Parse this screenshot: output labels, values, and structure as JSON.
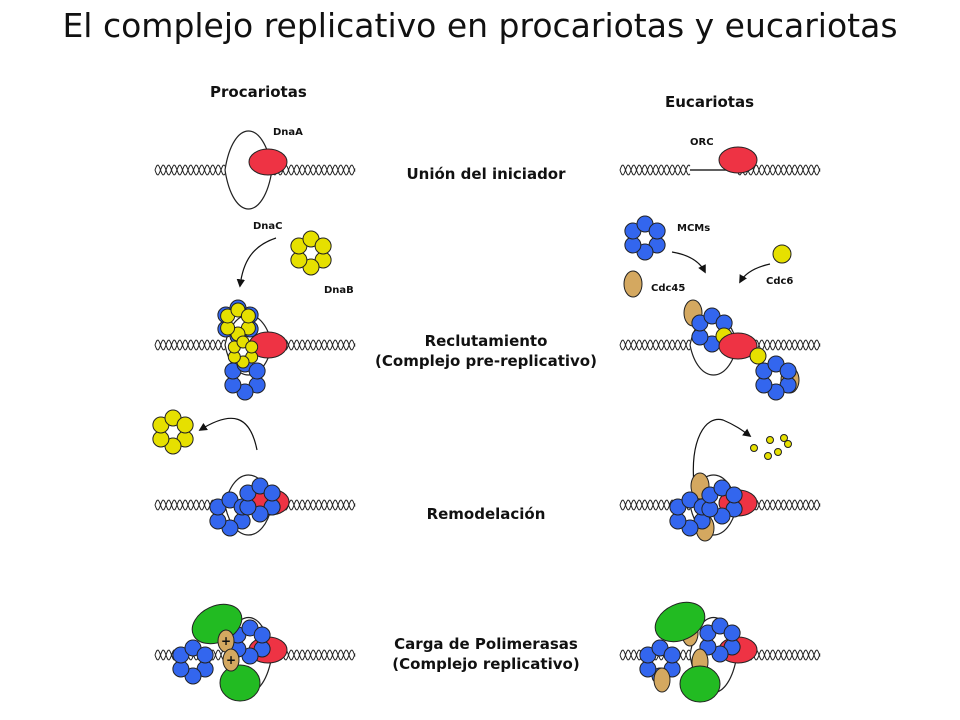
{
  "title": "El complejo replicativo en procariotas y eucariotas",
  "columns": {
    "left": "Procariotas",
    "right": "Eucariotas"
  },
  "steps": [
    {
      "line1": "Unión del iniciador",
      "line2": ""
    },
    {
      "line1": "Reclutamiento",
      "line2": "(Complejo pre-replicativo)"
    },
    {
      "line1": "Remodelación",
      "line2": ""
    },
    {
      "line1": "Carga de Polimerasas",
      "line2": "(Complejo replicativo)"
    }
  ],
  "labels": {
    "dnaA": "DnaA",
    "dnaC": "DnaC",
    "dnaB": "DnaB",
    "orc": "ORC",
    "mcms": "MCMs",
    "cdc6": "Cdc6",
    "cdc45": "Cdc45"
  },
  "colors": {
    "initiator": "#ee3344",
    "helicase_loader_ring": "#e6e000",
    "mcm_ring": "#3366ee",
    "cdc45": "#d4a860",
    "polymerase": "#22bb22"
  }
}
